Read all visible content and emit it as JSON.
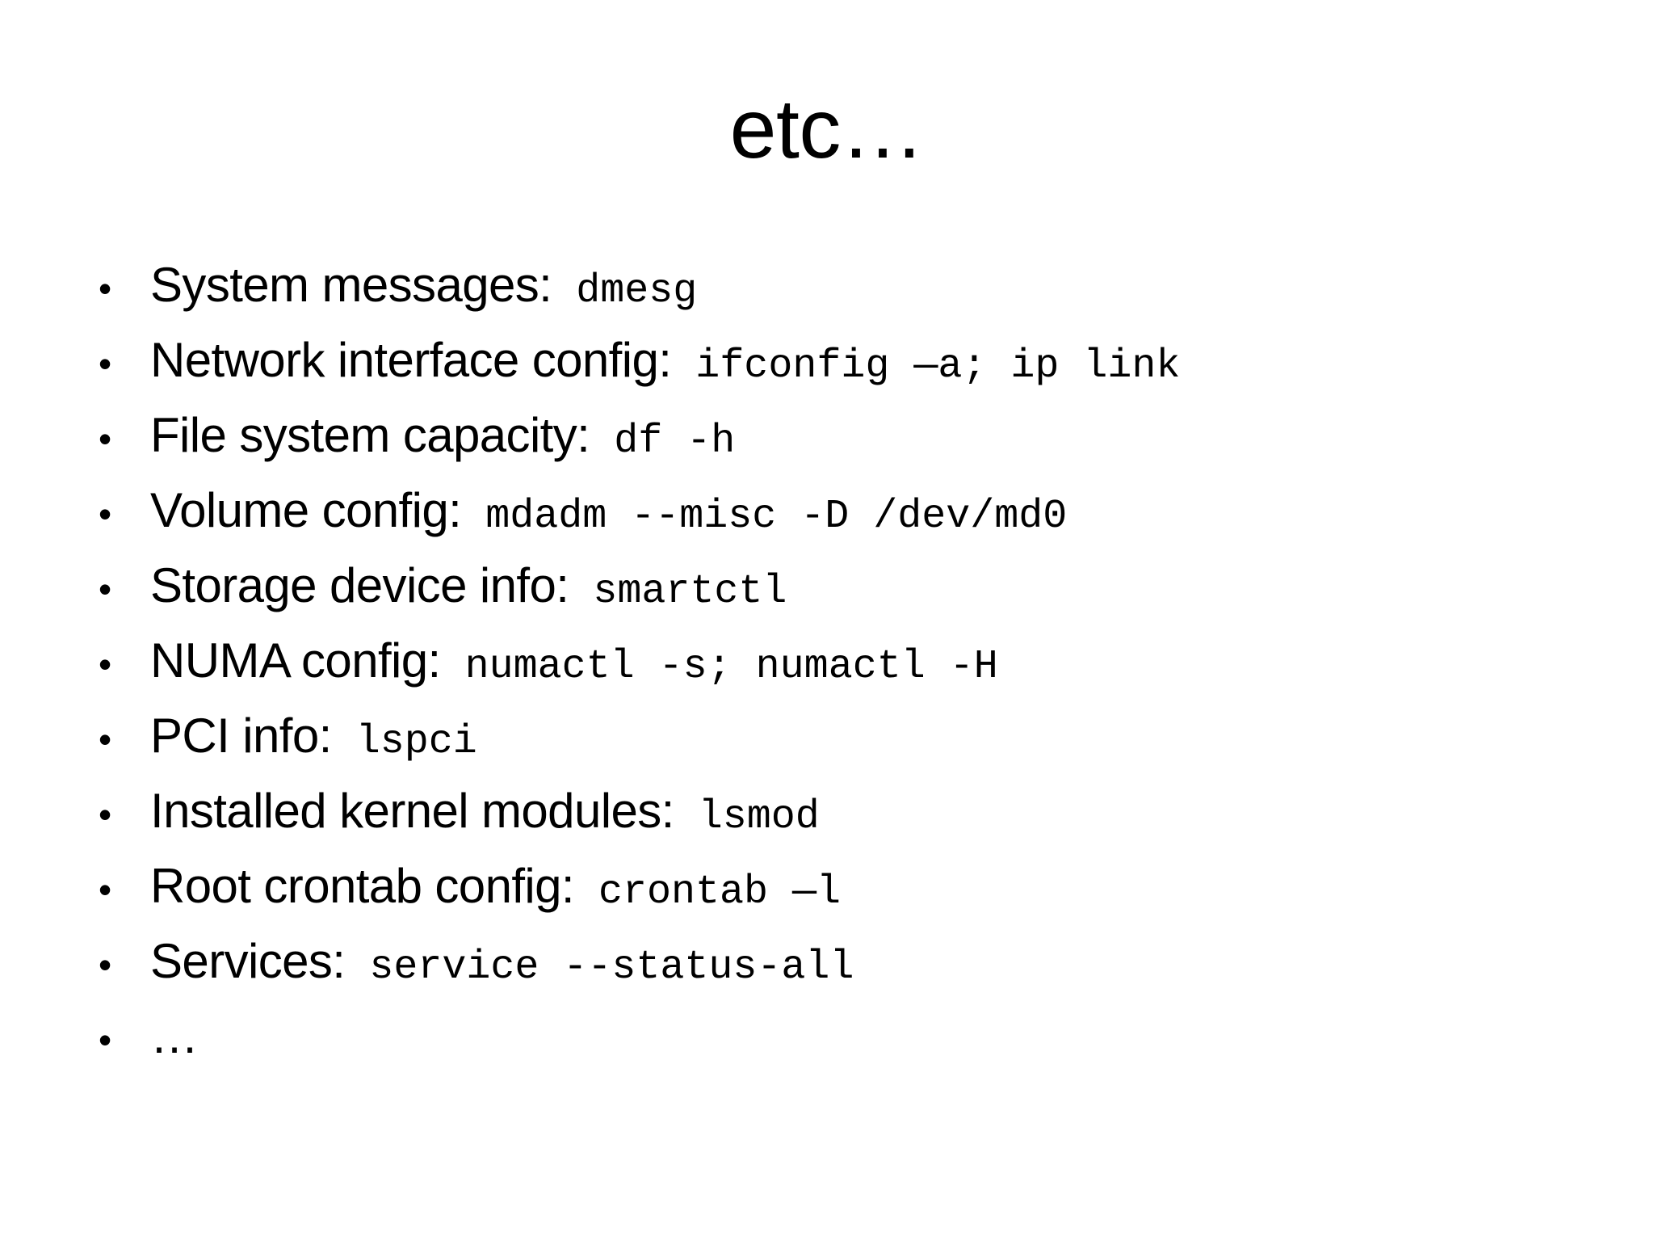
{
  "slide": {
    "title": "etc…",
    "background_color": "#ffffff",
    "text_color": "#000000",
    "bullet_marker": "•",
    "bullets": [
      {
        "label": "System messages:",
        "command": " dmesg"
      },
      {
        "label": "Network interface config:",
        "command": " ifconfig —a; ip link"
      },
      {
        "label": "File system capacity:",
        "command": " df -h"
      },
      {
        "label": "Volume config:",
        "command": " mdadm --misc -D /dev/md0"
      },
      {
        "label": "Storage device info:",
        "command": " smartctl"
      },
      {
        "label": "NUMA config:",
        "command": " numactl -s; numactl -H"
      },
      {
        "label": "PCI info:",
        "command": " lspci"
      },
      {
        "label": "Installed kernel modules:",
        "command": " lsmod"
      },
      {
        "label": "Root crontab config:",
        "command": " crontab —l"
      },
      {
        "label": "Services:",
        "command": " service --status-all"
      },
      {
        "label": "…",
        "command": ""
      }
    ]
  }
}
